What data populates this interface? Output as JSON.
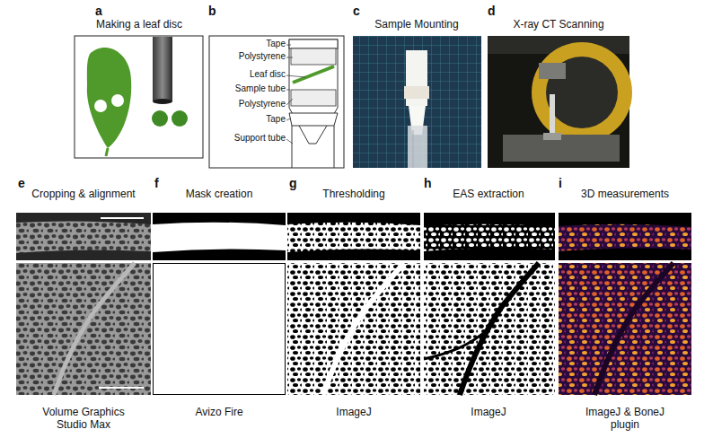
{
  "diagram": {
    "nodes": [
      {
        "text": [
          "a",
          "Making a leaf disc"
        ]
      },
      {
        "text": [
          "b",
          "Tape",
          "Polystyrene",
          "Leaf disc",
          "Sample tube",
          "Polystyrene",
          "Tape",
          "Support tube"
        ]
      },
      {
        "text": [
          "c",
          "Sample Mounting"
        ]
      },
      {
        "text": [
          "d",
          "X-ray CT Scanning"
        ]
      },
      {
        "text": [
          "e",
          "Cropping & alignment",
          "Volume Graphics Studio Max"
        ]
      },
      {
        "text": [
          "f",
          "Mask creation",
          "Avizo Fire"
        ]
      },
      {
        "text": [
          "g",
          "Thresholding",
          "ImageJ"
        ]
      },
      {
        "text": [
          "h",
          "EAS extraction",
          "ImageJ"
        ]
      },
      {
        "text": [
          "i",
          "3D measurements",
          "ImageJ & BoneJ plugin"
        ]
      }
    ]
  }
}
